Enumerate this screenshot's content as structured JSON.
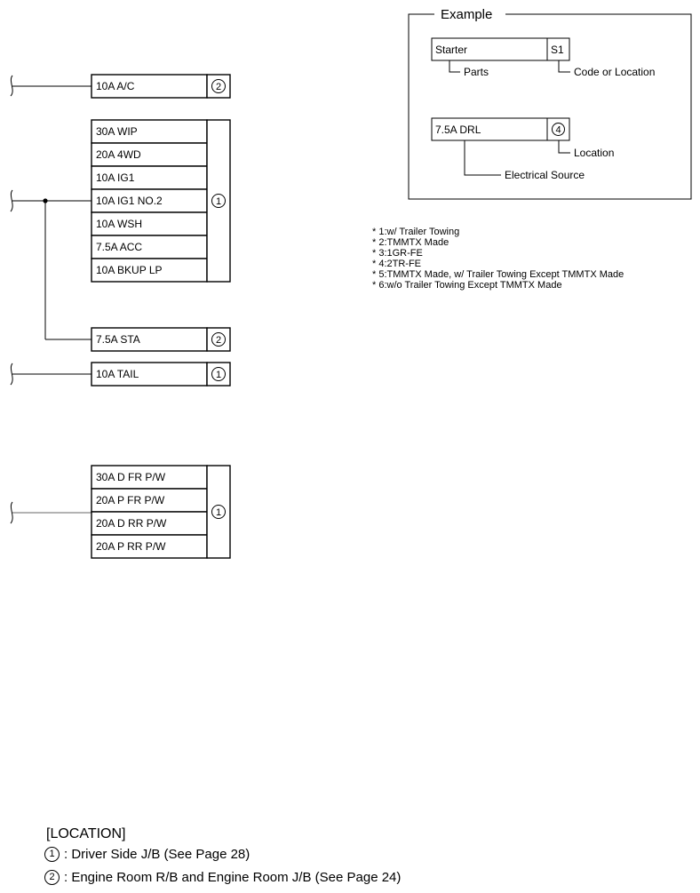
{
  "fuse_groups": [
    {
      "location": "2",
      "fuses": [
        "10A A/C"
      ]
    },
    {
      "location": "1",
      "fuses": [
        "30A WIP",
        "20A 4WD",
        "10A IG1",
        "10A IG1 NO.2",
        "10A WSH",
        "7.5A ACC",
        "10A BKUP LP"
      ]
    },
    {
      "location": "2",
      "fuses": [
        "7.5A STA"
      ]
    },
    {
      "location": "1",
      "fuses": [
        "10A TAIL"
      ]
    },
    {
      "location": "1",
      "fuses": [
        "30A D FR P/W",
        "20A P FR P/W",
        "20A D RR P/W",
        "20A P RR P/W"
      ]
    }
  ],
  "example": {
    "title": "Example",
    "part_label": "Starter",
    "code_label": "S1",
    "parts_caption": "Parts",
    "code_caption": "Code or Location",
    "source_label": "7.5A DRL",
    "location_number": "4",
    "location_caption": "Location",
    "source_caption": "Electrical Source"
  },
  "notes": [
    "* 1:w/ Trailer Towing",
    "* 2:TMMTX Made",
    "* 3:1GR-FE",
    "* 4:2TR-FE",
    "* 5:TMMTX Made, w/ Trailer Towing Except TMMTX Made",
    "* 6:w/o Trailer Towing Except TMMTX Made"
  ],
  "location_legend": {
    "title": "[LOCATION]",
    "items": [
      {
        "number": "1",
        "text": ": Driver Side J/B (See Page 28)"
      },
      {
        "number": "2",
        "text": ": Engine Room R/B and Engine Room J/B (See Page 24)"
      }
    ]
  }
}
